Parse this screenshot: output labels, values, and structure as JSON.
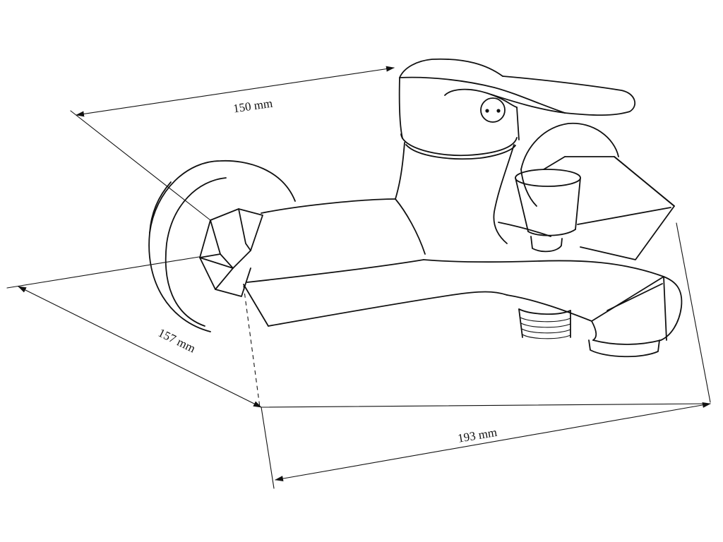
{
  "dimensions": {
    "width": "150 mm",
    "depth": "157 mm",
    "length": "193 mm"
  }
}
